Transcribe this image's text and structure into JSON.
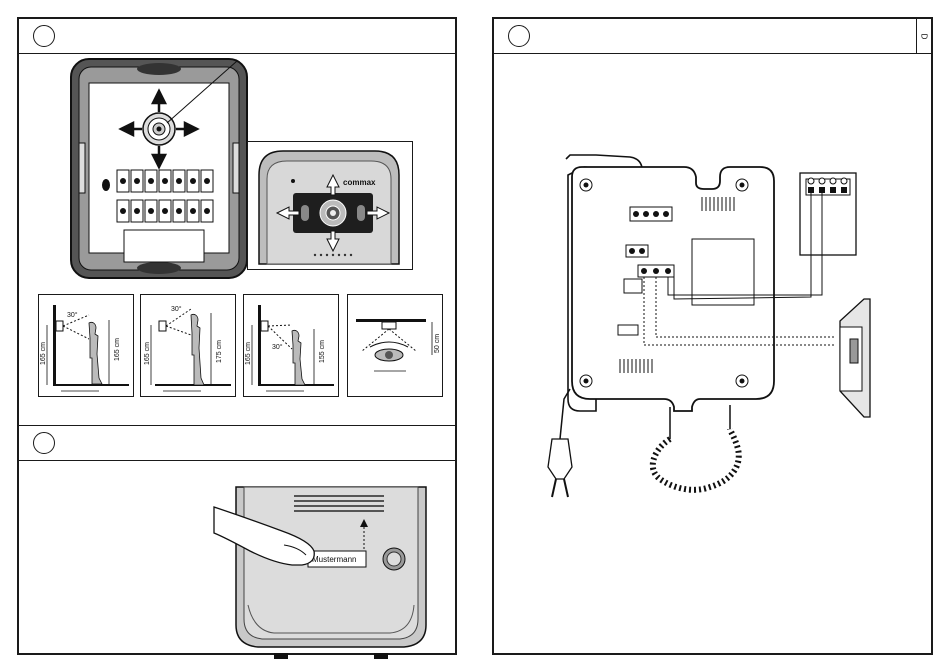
{
  "page_tag": "D",
  "brand_label": "commax",
  "name_plate_text": "Mustermann",
  "height_figures": [
    {
      "mount_height": "165 cm",
      "person_height": "165 cm",
      "angle": "30°"
    },
    {
      "mount_height": "165 cm",
      "person_height": "175 cm",
      "angle": "30°"
    },
    {
      "mount_height": "165 cm",
      "person_height": "155 cm",
      "angle": "30°"
    }
  ],
  "top_view": {
    "distance": "50 cm"
  },
  "icons": {
    "step_marker": "circle-icon",
    "direction_arrow": "arrow-icon",
    "press_finger": "finger-icon",
    "power_plug": "plug-icon",
    "door_opener": "door-strike-icon"
  }
}
